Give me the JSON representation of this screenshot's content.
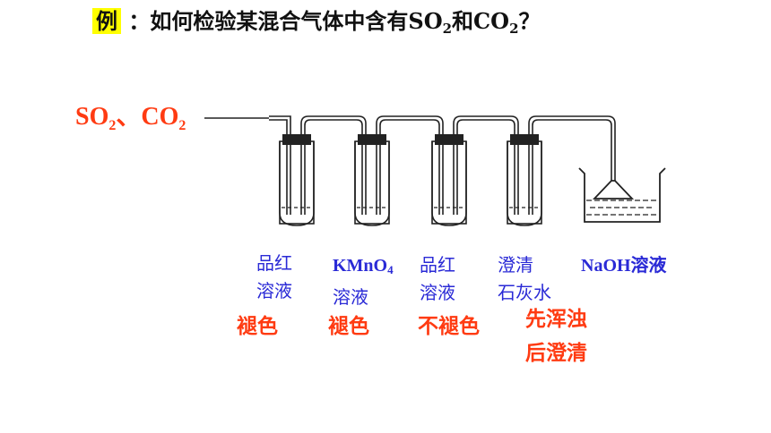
{
  "title": {
    "tag": "例",
    "sep": "：",
    "text_before": "如何检验某混合气体中含有SO",
    "sub1": "2",
    "text_mid": "和CO",
    "sub2": "2",
    "text_after": "？"
  },
  "gas_label": {
    "p1": "SO",
    "s1": "2",
    "p2": "、CO",
    "s2": "2"
  },
  "reagents": [
    {
      "line1": "品红",
      "line2": "溶液"
    },
    {
      "line1": "KMnO",
      "line1_sub": "4",
      "line2": "溶液"
    },
    {
      "line1": "品红",
      "line2": "溶液"
    },
    {
      "line1": "澄清",
      "line2": "石灰水"
    },
    {
      "line1": "NaOH溶液"
    }
  ],
  "observations": [
    {
      "line1": "褪色"
    },
    {
      "line1": "褪色"
    },
    {
      "line1": "不褪色"
    },
    {
      "line1": "先浑浊",
      "line2": "后澄清"
    }
  ],
  "colors": {
    "highlight": "#ffff00",
    "red": "#ff3b12",
    "blue": "#2a2ad6"
  }
}
